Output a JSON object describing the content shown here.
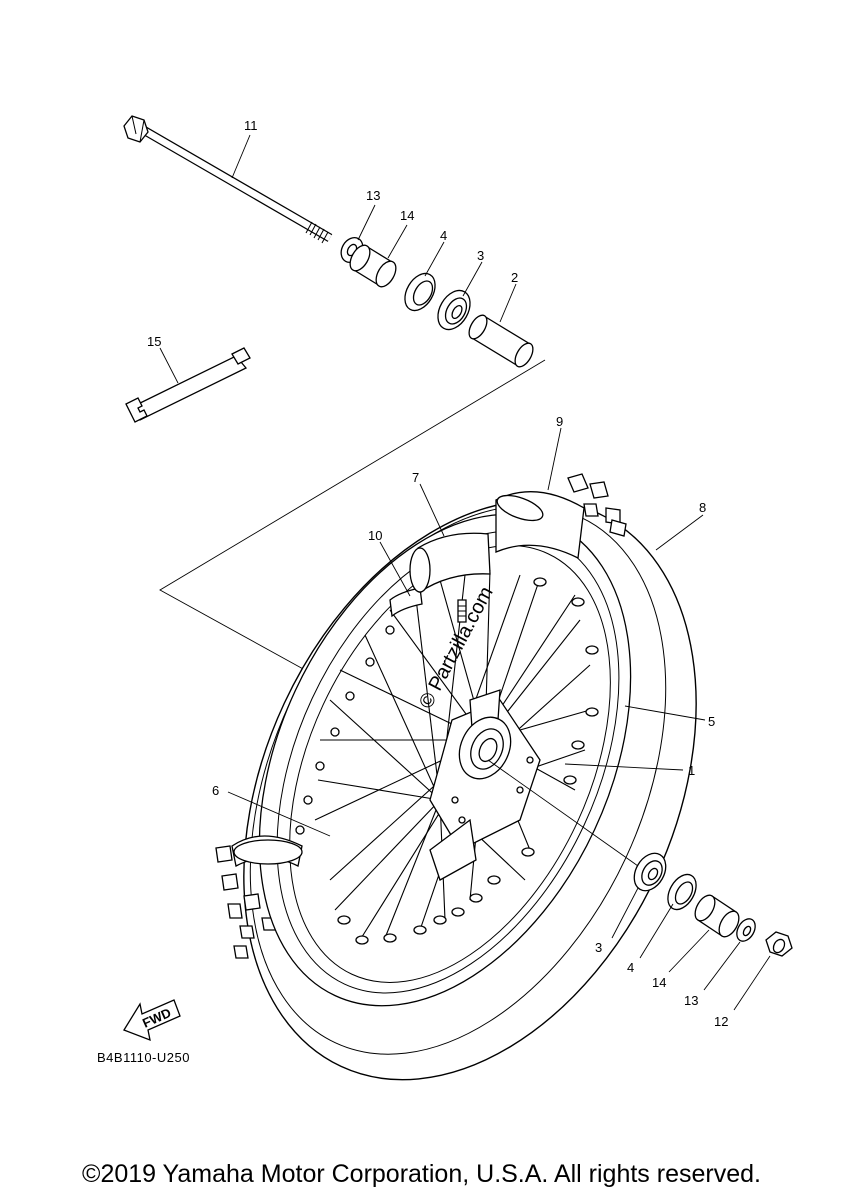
{
  "callouts": {
    "c1": "1",
    "c2": "2",
    "c3a": "3",
    "c3b": "3",
    "c4a": "4",
    "c4b": "4",
    "c5": "5",
    "c6": "6",
    "c7": "7",
    "c8": "8",
    "c9": "9",
    "c10": "10",
    "c11": "11",
    "c12": "12",
    "c13a": "13",
    "c13b": "13",
    "c14a": "14",
    "c14b": "14",
    "c15": "15"
  },
  "fwd_label": "FWD",
  "watermark": "© Partzilla.com",
  "diagram_code": "B4B1110-U250",
  "copyright": "©2019 Yamaha Motor Corporation, U.S.A. All rights reserved."
}
